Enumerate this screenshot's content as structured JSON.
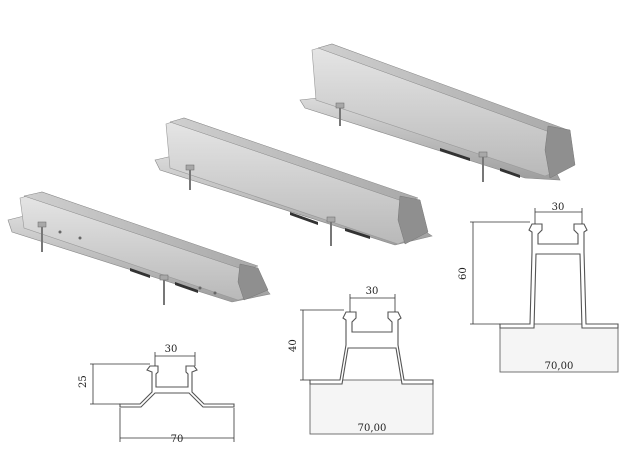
{
  "drawing": {
    "profiles": [
      {
        "id": "small",
        "width_label": "70",
        "height_label": "25",
        "top_label": "30"
      },
      {
        "id": "medium",
        "width_label": "70,00",
        "height_label": "40",
        "top_label": "30"
      },
      {
        "id": "large",
        "width_label": "70,00",
        "height_label": "60",
        "top_label": "30"
      }
    ],
    "colors": {
      "rail_light": "#d9d9d9",
      "rail_mid": "#bdbdbd",
      "rail_dark": "#8f8f8f",
      "bolt": "#a8a8a8",
      "line": "#333333"
    }
  }
}
